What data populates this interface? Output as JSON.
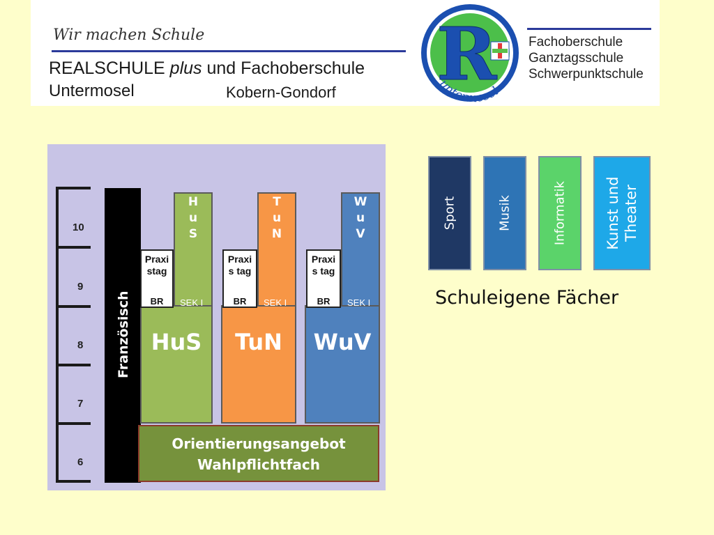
{
  "header": {
    "tagline": "Wir machen Schule",
    "school_part1": "REALSCHULE ",
    "school_plus": "plus",
    "school_part2": " und Fachoberschule",
    "place": "Untermosel",
    "town": "Kobern-Gondorf",
    "logo_letter": "R",
    "logo_text": "untermosel",
    "school_types": [
      "Fachoberschule",
      "Ganztagsschule",
      "Schwerpunktschule"
    ]
  },
  "diagram": {
    "grades": [
      "10",
      "9",
      "8",
      "7",
      "6"
    ],
    "french_label": "Französisch",
    "columns": [
      {
        "label": "HuS",
        "letters": [
          "H",
          "u",
          "S"
        ],
        "praxis": "Praxi\nstag",
        "br": "BR",
        "sek": "SEK I",
        "color": "#9bbb59"
      },
      {
        "label": "TuN",
        "letters": [
          "T",
          "u",
          "N"
        ],
        "praxis": "Praxi\ns tag",
        "br": "BR",
        "sek": "SEK I",
        "color": "#f79646"
      },
      {
        "label": "WuV",
        "letters": [
          "W",
          "u",
          "V"
        ],
        "praxis": "Praxi\ns tag",
        "br": "BR",
        "sek": "SEK I",
        "color": "#4f81bd"
      }
    ],
    "orientation_line1": "Orientierungsangebot",
    "orientation_line2": "Wahlpflichtfach"
  },
  "subjects": {
    "items": [
      {
        "label": "Sport",
        "color": "#1f3864"
      },
      {
        "label": "Musik",
        "color": "#2e74b5"
      },
      {
        "label": "Informatik",
        "color": "#5bd36a"
      },
      {
        "label": "Kunst und\nTheater",
        "color": "#1ea8e8"
      }
    ],
    "caption": "Schuleigene Fächer"
  }
}
